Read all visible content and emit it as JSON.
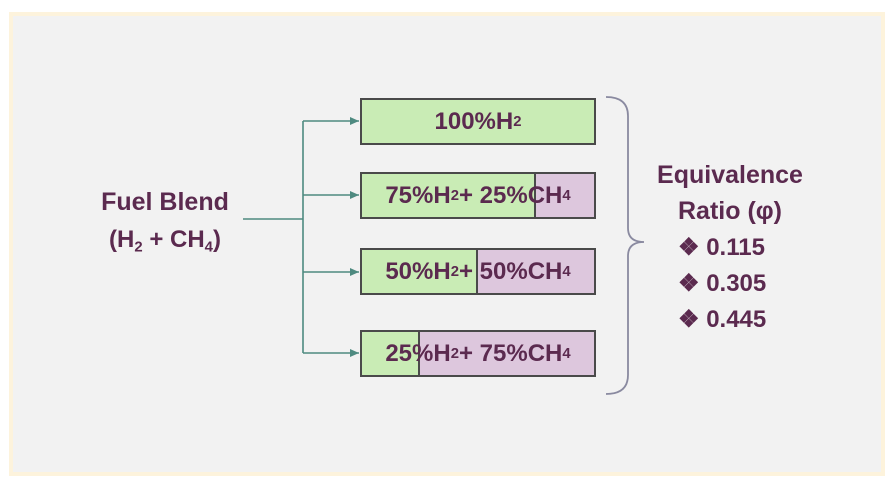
{
  "fuel_blend": {
    "title": "Fuel Blend",
    "formula_open": "(H",
    "formula_sub1": "2",
    "formula_mid": " + CH",
    "formula_sub2": "4",
    "formula_close": ")"
  },
  "blends": [
    {
      "a": "100%H",
      "a_sub": "2",
      "b": "",
      "b_sub": "",
      "h2_fraction": 1.0
    },
    {
      "a": "75%H",
      "a_sub": "2",
      "b": " + 25%CH",
      "b_sub": "4",
      "h2_fraction": 0.75
    },
    {
      "a": "50%H",
      "a_sub": "2",
      "b": " + 50%CH",
      "b_sub": "4",
      "h2_fraction": 0.5
    },
    {
      "a": "25%H",
      "a_sub": "2",
      "b": " + 75%CH",
      "b_sub": "4",
      "h2_fraction": 0.25
    }
  ],
  "equivalence": {
    "line1": "Equivalence",
    "line2": "Ratio (φ)",
    "bullet": "❖",
    "values": [
      "0.115",
      "0.305",
      "0.445"
    ]
  },
  "colors": {
    "text": "#5b2a4f",
    "h2_fill": "#c9ecb5",
    "ch4_fill": "#ddc7dd",
    "arrow": "#4e8a80",
    "brace": "#8a8aa0",
    "panel": "#f2f2f2",
    "border": "#fdf3dc"
  }
}
